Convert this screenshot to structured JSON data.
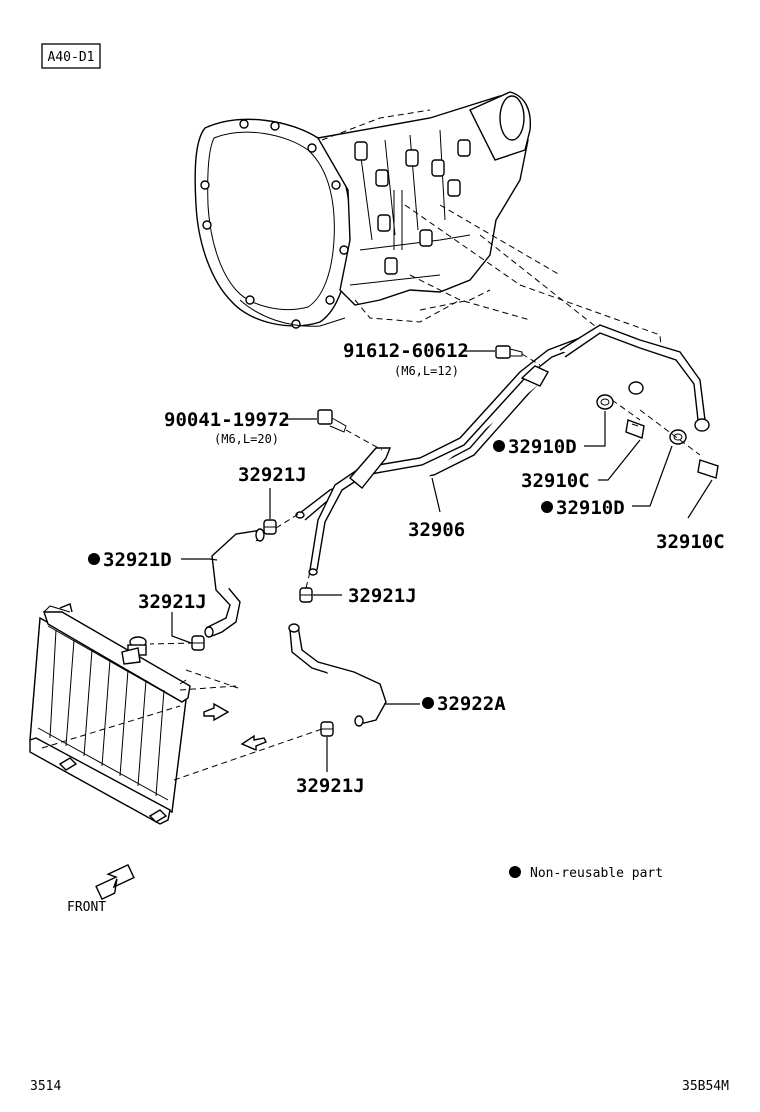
{
  "header": {
    "code": "A40-D1"
  },
  "labels": {
    "bolt_upper": {
      "part": "91612-60612",
      "spec": "(M6,L=12)"
    },
    "bolt_lower": {
      "part": "90041-19972",
      "spec": "(M6,L=20)"
    },
    "gasket_d_1": "32910D",
    "union_c_1": "32910C",
    "gasket_d_2": "32910D",
    "union_c_2": "32910C",
    "tube": "32906",
    "clamp_1": "32921J",
    "hose_d": "32921D",
    "clamp_2": "32921J",
    "clamp_3": "32921J",
    "hose_a": "32922A",
    "clamp_4": "32921J"
  },
  "legend": {
    "text": "Non-reusable part"
  },
  "direction": {
    "text": "FRONT"
  },
  "footer": {
    "left": "3514",
    "right": "35B54M"
  }
}
